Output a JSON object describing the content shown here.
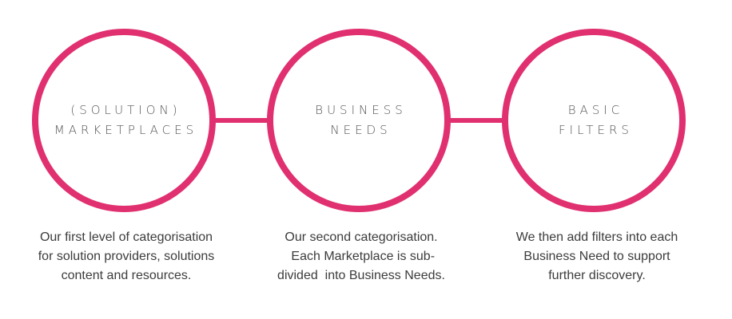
{
  "accent_color": "#e0306f",
  "steps": [
    {
      "circle_lines": [
        "(SOLUTION)",
        "MARKETPLACES"
      ],
      "description_lines": [
        "Our first level of categorisation",
        "for solution providers, solutions",
        "content and resources."
      ]
    },
    {
      "circle_lines": [
        "BUSINESS",
        "NEEDS"
      ],
      "description_lines": [
        "Our second categorisation.",
        " Each Marketplace is sub-",
        "divided  into Business Needs."
      ]
    },
    {
      "circle_lines": [
        "BASIC",
        "FILTERS"
      ],
      "description_lines": [
        "We then add filters into each",
        "Business Need to support",
        "further discovery."
      ]
    }
  ]
}
